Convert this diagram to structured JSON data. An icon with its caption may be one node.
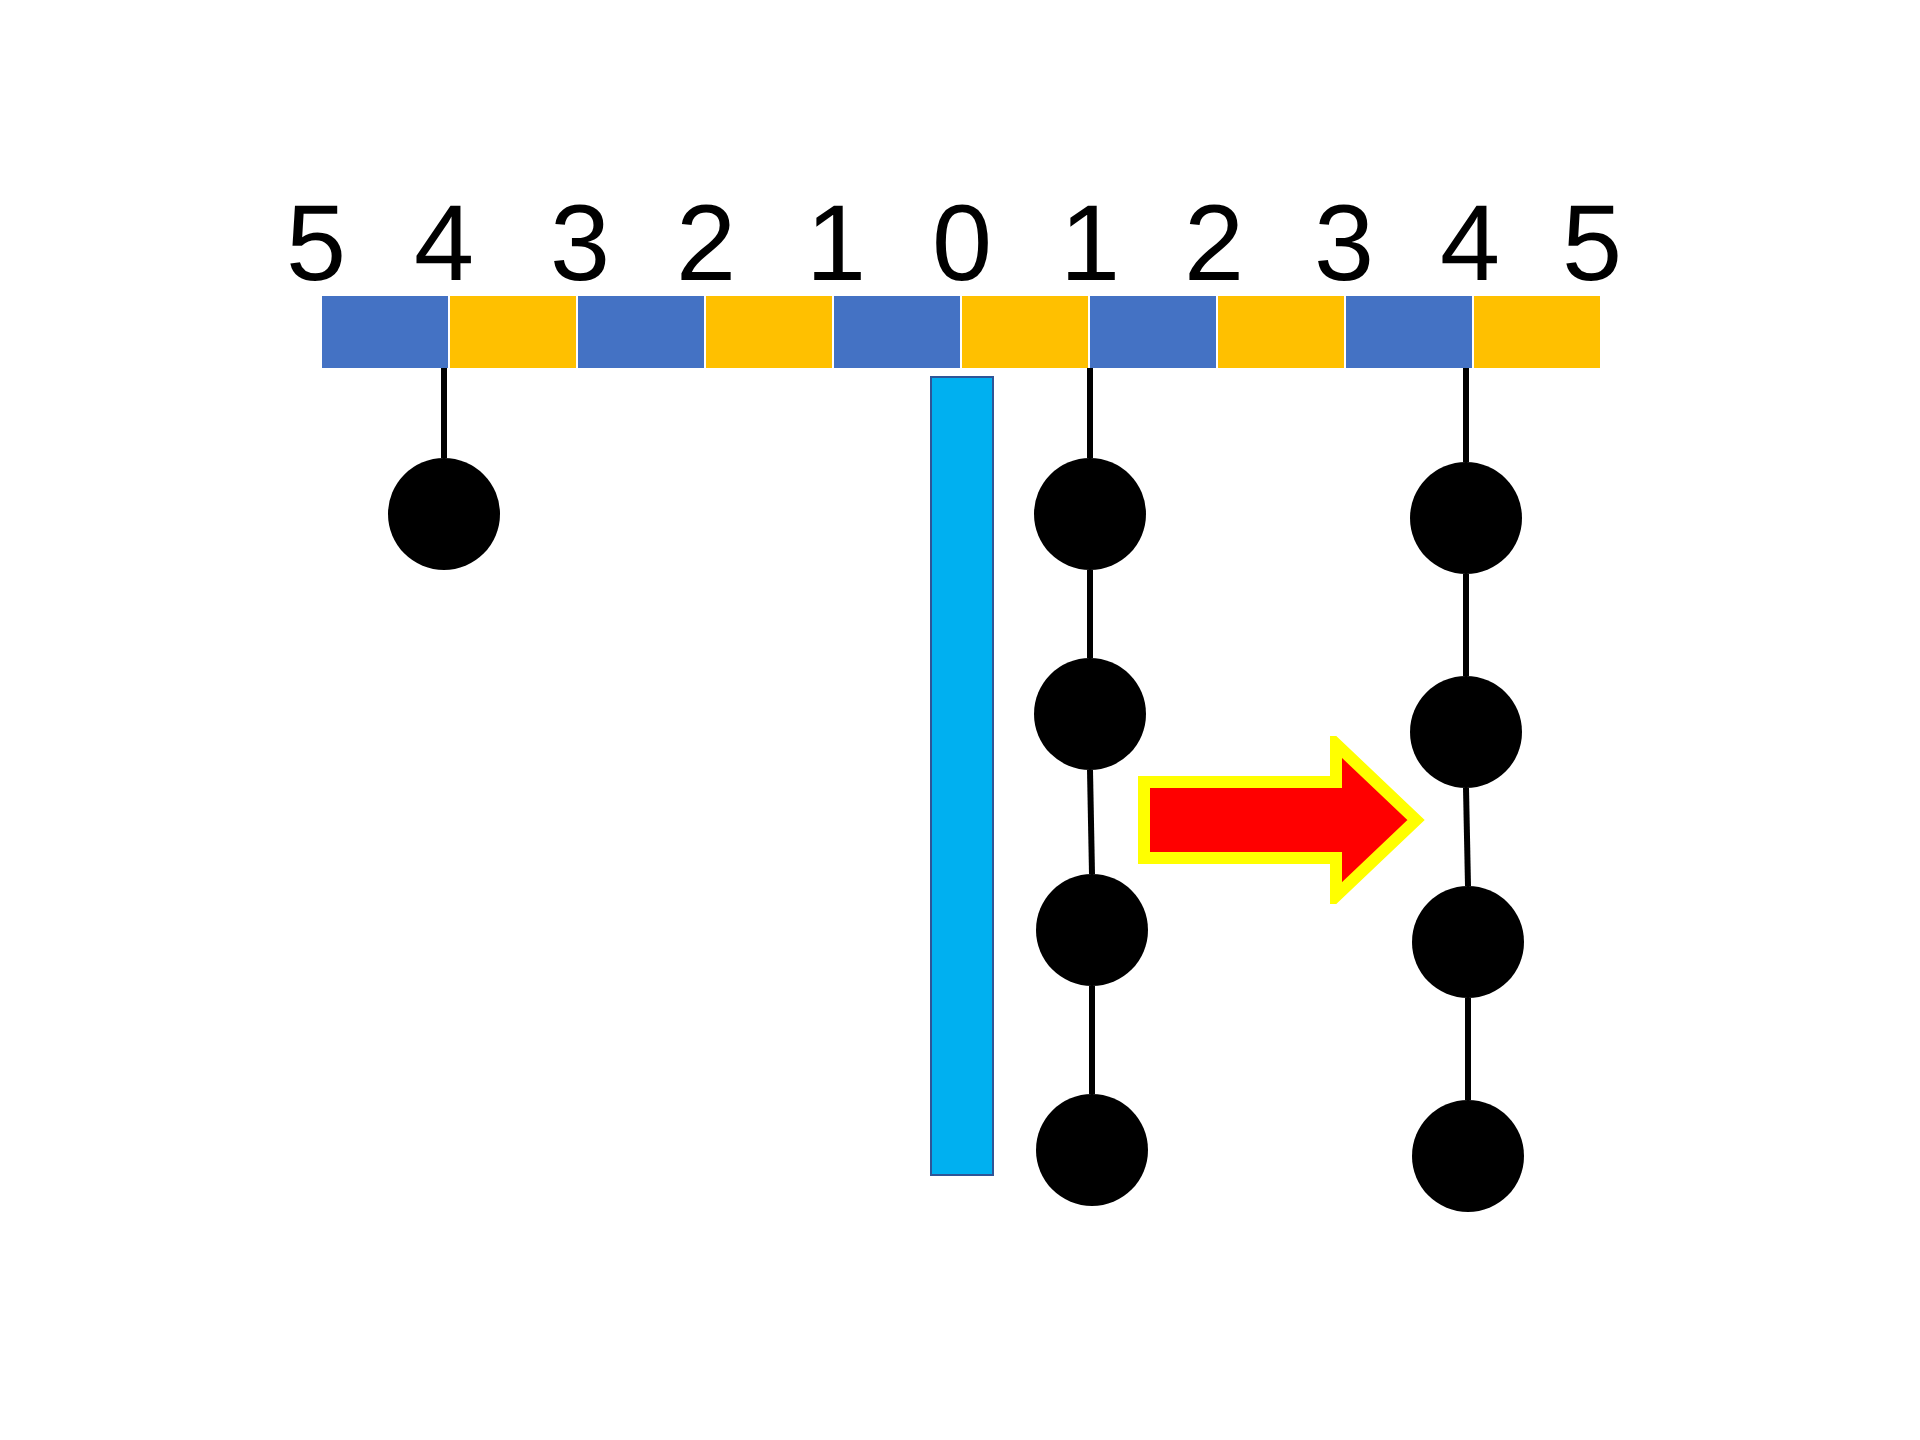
{
  "diagram": {
    "nodes": [
      {
        "text": [],
        "shape": "bar"
      },
      {
        "text": [],
        "shape": "circle"
      },
      {
        "text": [],
        "shape": "bar"
      },
      {
        "text": [],
        "shape": "circle"
      },
      {
        "text": [],
        "shape": "circle"
      },
      {
        "text": [],
        "shape": "circle"
      },
      {
        "text": [],
        "shape": "circle"
      },
      {
        "text": [],
        "shape": "circle"
      },
      {
        "text": [],
        "shape": "circle"
      },
      {
        "text": [],
        "shape": "circle"
      },
      {
        "text": [],
        "shape": "circle"
      }
    ],
    "edges": [
      {
        "from": 0,
        "to": 1,
        "arrow": "none"
      },
      {
        "from": 0,
        "to": 3,
        "arrow": "none"
      },
      {
        "from": 3,
        "to": 4,
        "arrow": "none"
      },
      {
        "from": 4,
        "to": 5,
        "arrow": "none"
      },
      {
        "from": 5,
        "to": 6,
        "arrow": "none"
      },
      {
        "from": 0,
        "to": 7,
        "arrow": "none"
      },
      {
        "from": 7,
        "to": 8,
        "arrow": "none"
      },
      {
        "from": 8,
        "to": 9,
        "arrow": "none"
      },
      {
        "from": 9,
        "to": 10,
        "arrow": "none"
      },
      {
        "from": 4,
        "to": 8,
        "arrow": "to",
        "style": "thick",
        "color": "#ff0000"
      }
    ],
    "labels": [
      "5",
      "4",
      "3",
      "2",
      "1",
      "0",
      "1",
      "2",
      "3",
      "4",
      "5"
    ]
  }
}
